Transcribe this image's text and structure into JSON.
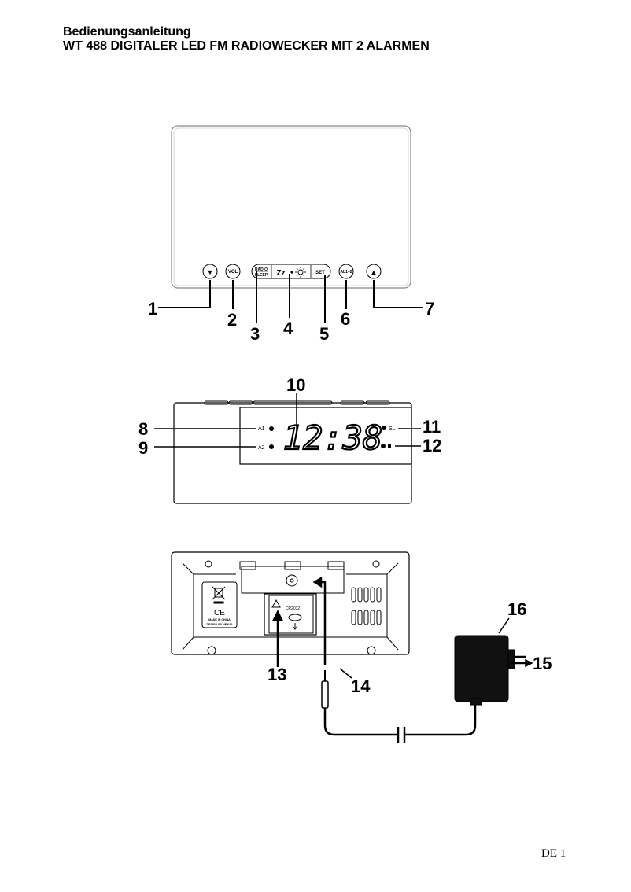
{
  "header": {
    "title": "Bedienungsanleitung",
    "subtitle": "WT 488 DIGITALER LED FM RADIOWECKER MIT 2 ALARMEN"
  },
  "front_view": {
    "buttons": {
      "down": "▼",
      "vol": "VOL",
      "radio": "RADIO",
      "sleep": "SLEEP",
      "snooze": "Zz",
      "set": "SET",
      "alarm": "AL1+2",
      "up": "▲"
    },
    "callouts": [
      "1",
      "2",
      "3",
      "4",
      "5",
      "6",
      "7"
    ]
  },
  "display_view": {
    "time": "12:38",
    "indicators": {
      "a1": "A1",
      "a2": "A2",
      "sl": "SL"
    },
    "callouts": [
      "8",
      "9",
      "10",
      "11",
      "12"
    ]
  },
  "back_view": {
    "label_ce": "CE",
    "label_made": "MADE IN CHINA",
    "label_design": "DESIGN BY NEXUS",
    "battery": "CR2032",
    "callouts": [
      "13",
      "14",
      "15",
      "16"
    ]
  },
  "footer": {
    "page": "DE 1"
  }
}
